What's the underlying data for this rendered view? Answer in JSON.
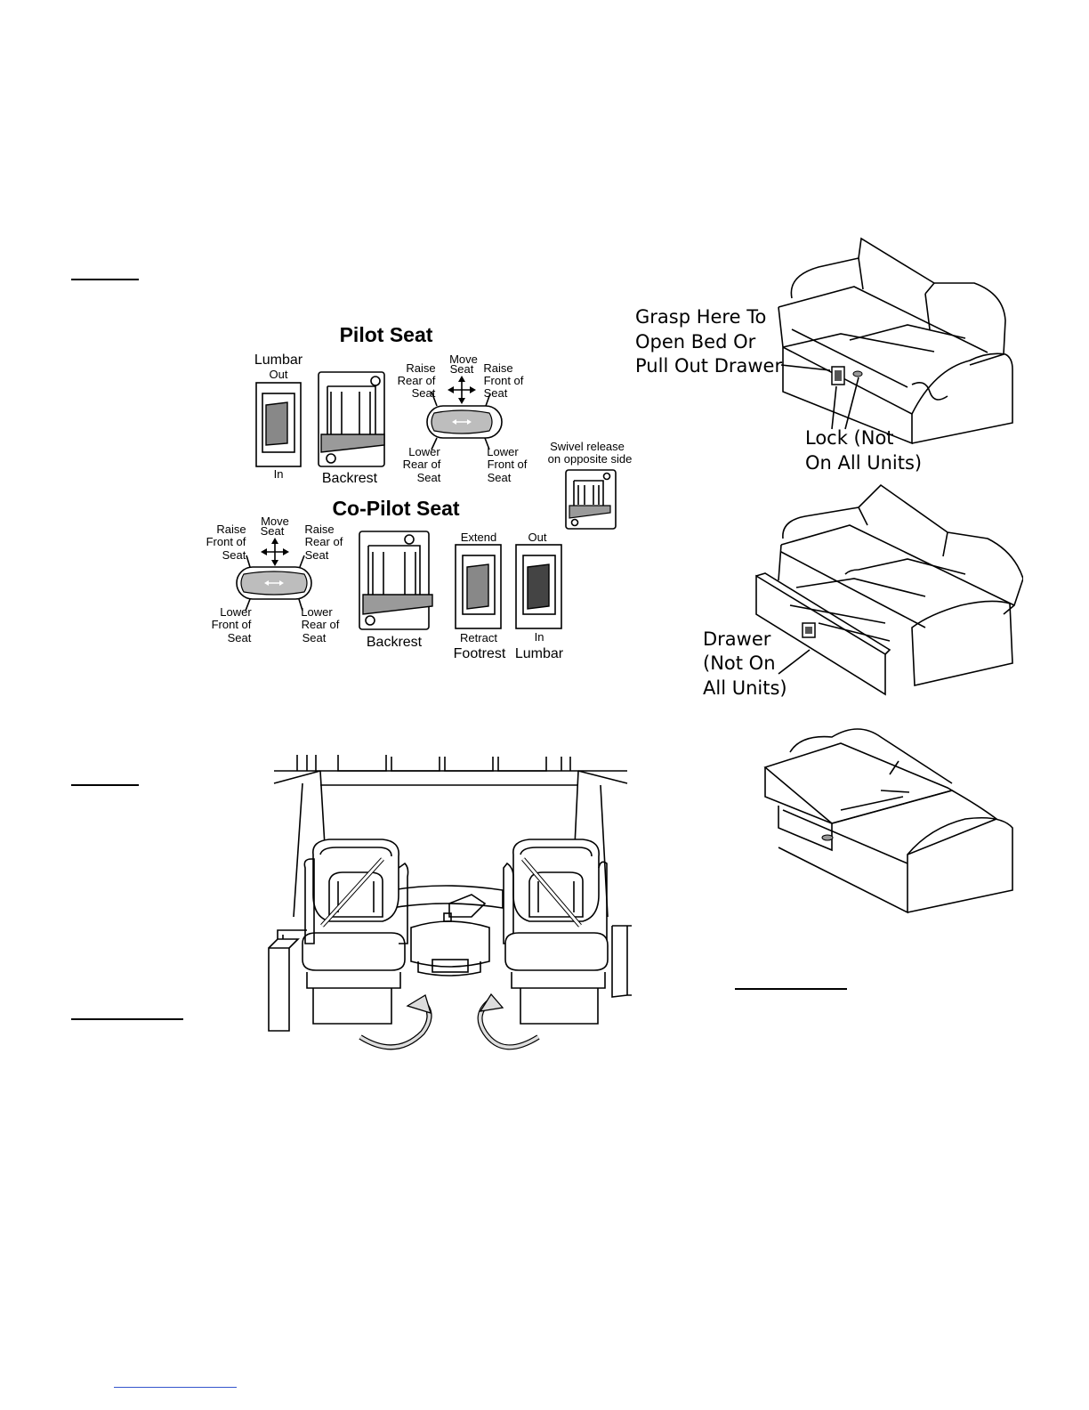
{
  "pilot_seat": {
    "title": "Pilot Seat",
    "lumbar_top": [
      "Lumbar",
      "Out"
    ],
    "lumbar_bottom": "In",
    "backrest": "Backrest",
    "raise_rear": [
      "Raise",
      "Rear of",
      "Seat"
    ],
    "move_seat": [
      "Move",
      "Seat"
    ],
    "raise_front": [
      "Raise",
      "Front of",
      "Seat"
    ],
    "lower_rear": [
      "Lower",
      "Rear of",
      "Seat"
    ],
    "lower_front": [
      "Lower",
      "Front of",
      "Seat"
    ],
    "swivel": [
      "Swivel release",
      "on opposite side"
    ]
  },
  "copilot_seat": {
    "title": "Co-Pilot Seat",
    "raise_front": [
      "Raise",
      "Front of",
      "Seat"
    ],
    "move_seat": [
      "Move",
      "Seat"
    ],
    "raise_rear": [
      "Raise",
      "Rear of",
      "Seat"
    ],
    "lower_front": [
      "Lower",
      "Front of",
      "Seat"
    ],
    "lower_rear": [
      "Lower",
      "Rear of",
      "Seat"
    ],
    "backrest": "Backrest",
    "footrest_top": "Extend",
    "footrest_bottom": "Retract",
    "footrest_label": "Footrest",
    "lumbar_top": "Out",
    "lumbar_bottom": "In",
    "lumbar_label": "Lumbar"
  },
  "sofa": {
    "grasp": [
      "Grasp Here To",
      "Open Bed Or",
      "Pull Out Drawer"
    ],
    "lock": [
      "Lock (Not",
      "On All Units)"
    ],
    "drawer": [
      "Drawer",
      "(Not On",
      "All Units)"
    ]
  }
}
